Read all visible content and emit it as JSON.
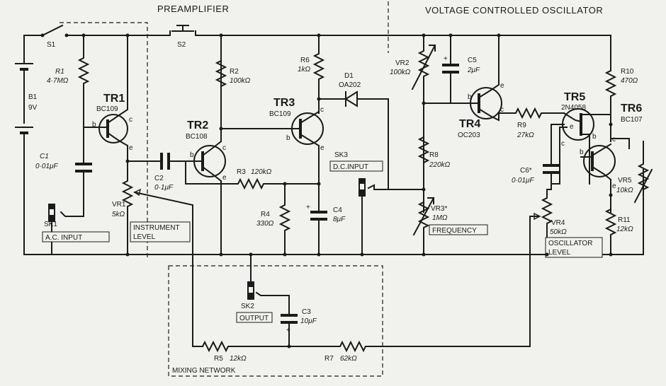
{
  "sections": {
    "preamplifier": "PREAMPLIFIER",
    "vco": "VOLTAGE CONTROLLED OSCILLATOR",
    "mixing": "MIXING NETWORK"
  },
  "battery": {
    "ref": "B1",
    "value": "9V"
  },
  "switches": {
    "s1": "S1",
    "s2": "S2"
  },
  "transistors": {
    "tr1": {
      "ref": "TR1",
      "type": "BC109"
    },
    "tr2": {
      "ref": "TR2",
      "type": "BC108"
    },
    "tr3": {
      "ref": "TR3",
      "type": "BC109"
    },
    "tr4": {
      "ref": "TR4",
      "type": "OC203"
    },
    "tr5": {
      "ref": "TR5",
      "type": "2N4058"
    },
    "tr6": {
      "ref": "TR6",
      "type": "BC107"
    }
  },
  "pins": {
    "b": "b",
    "c": "c",
    "e": "e"
  },
  "resistors": {
    "r1": {
      "ref": "R1",
      "value": "4·7MΩ"
    },
    "r2": {
      "ref": "R2",
      "value": "100kΩ"
    },
    "r3": {
      "ref": "R3",
      "value": "120kΩ"
    },
    "r4": {
      "ref": "R4",
      "value": "330Ω"
    },
    "r5": {
      "ref": "R5",
      "value": "12kΩ"
    },
    "r6": {
      "ref": "R6",
      "value": "1kΩ"
    },
    "r7": {
      "ref": "R7",
      "value": "62kΩ"
    },
    "r8": {
      "ref": "R8",
      "value": "220kΩ"
    },
    "r9": {
      "ref": "R9",
      "value": "27kΩ"
    },
    "r10": {
      "ref": "R10",
      "value": "470Ω"
    },
    "r11": {
      "ref": "R11",
      "value": "12kΩ"
    }
  },
  "pots": {
    "vr1": {
      "ref": "VR1",
      "value": "5kΩ"
    },
    "vr2": {
      "ref": "VR2",
      "value": "100kΩ"
    },
    "vr3": {
      "ref": "VR3*",
      "value": "1MΩ"
    },
    "vr4": {
      "ref": "VR4",
      "value": "50kΩ"
    },
    "vr5": {
      "ref": "VR5",
      "value": "10kΩ"
    }
  },
  "capacitors": {
    "c1": {
      "ref": "C1",
      "value": "0·01μF"
    },
    "c2": {
      "ref": "C2",
      "value": "0·1μF"
    },
    "c3": {
      "ref": "C3",
      "value": "10μF"
    },
    "c4": {
      "ref": "C4",
      "value": "8μF"
    },
    "c5": {
      "ref": "C5",
      "value": "2μF"
    },
    "c6": {
      "ref": "C6*",
      "value": "0·01μF"
    }
  },
  "diode": {
    "ref": "D1",
    "type": "OA202"
  },
  "sockets": {
    "sk1": {
      "ref": "SK1",
      "label": "A.C. INPUT"
    },
    "sk2": {
      "ref": "SK2",
      "label": "OUTPUT"
    },
    "sk3": {
      "ref": "SK3",
      "label": "D.C.INPUT"
    }
  },
  "boxes": {
    "instrument": [
      "INSTRUMENT",
      "LEVEL"
    ],
    "frequency": "FREQUENCY",
    "oscillator": [
      "OSCILLATOR",
      "LEVEL"
    ]
  },
  "polarity": "+"
}
